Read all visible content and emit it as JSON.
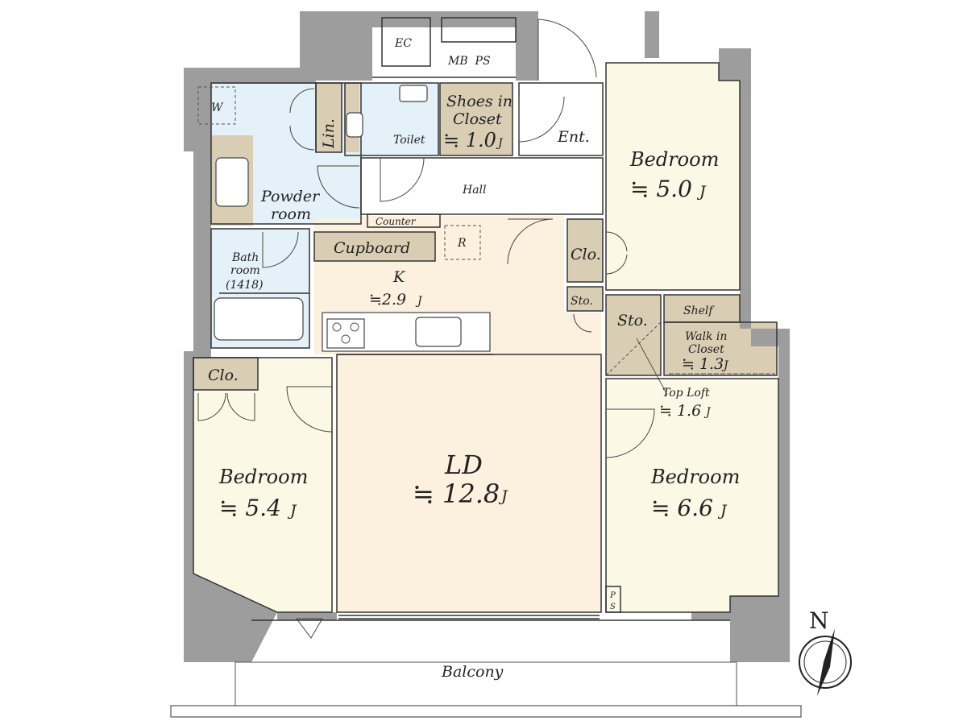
{
  "rooms": {
    "ec": "EC",
    "mbps": "MB  PS",
    "washer": "W",
    "linen": "Lin.",
    "toilet": "Toilet",
    "shoes_line1": "Shoes in",
    "shoes_line2": "Closet",
    "shoes_area": "≒ 1.0",
    "shoes_unit": "J",
    "entrance": "Ent.",
    "bedroom_ne": "Bedroom",
    "bedroom_ne_area": "≒ 5.0",
    "bedroom_ne_unit": "J",
    "powder_line1": "Powder",
    "powder_line2": "room",
    "hall": "Hall",
    "counter": "Counter",
    "cupboard": "Cupboard",
    "fridge": "R",
    "bath_line1": "Bath",
    "bath_line2": "room",
    "bath_line3": "(1418)",
    "kitchen": "K",
    "kitchen_area": "≒2.9",
    "kitchen_unit": "J",
    "closet_mid": "Clo.",
    "storage_small": "Sto.",
    "storage": "Sto.",
    "shelf": "Shelf",
    "wic_line1": "Walk in",
    "wic_line2": "Closet",
    "wic_area": "≒ 1.3",
    "wic_unit": "J",
    "toploft": "Top Loft",
    "toploft_area": "≒ 1.6",
    "toploft_unit": "J",
    "closet_w": "Clo.",
    "bedroom_w": "Bedroom",
    "bedroom_w_area": "≒ 5.4",
    "bedroom_w_unit": "J",
    "ld": "LD",
    "ld_area": "≒ 12.8",
    "ld_unit": "J",
    "bedroom_e": "Bedroom",
    "bedroom_e_area": "≒ 6.6",
    "bedroom_e_unit": "J",
    "ps_small_1": "P",
    "ps_small_2": "S",
    "balcony": "Balcony"
  },
  "compass": {
    "north": "N"
  },
  "colors": {
    "wet_area": "#e4f1f8",
    "ldk": "#fcf0df",
    "bedroom": "#fbf9e6",
    "storage": "#d9ceb4",
    "wall": "#9d9d9d",
    "white": "#ffffff"
  }
}
